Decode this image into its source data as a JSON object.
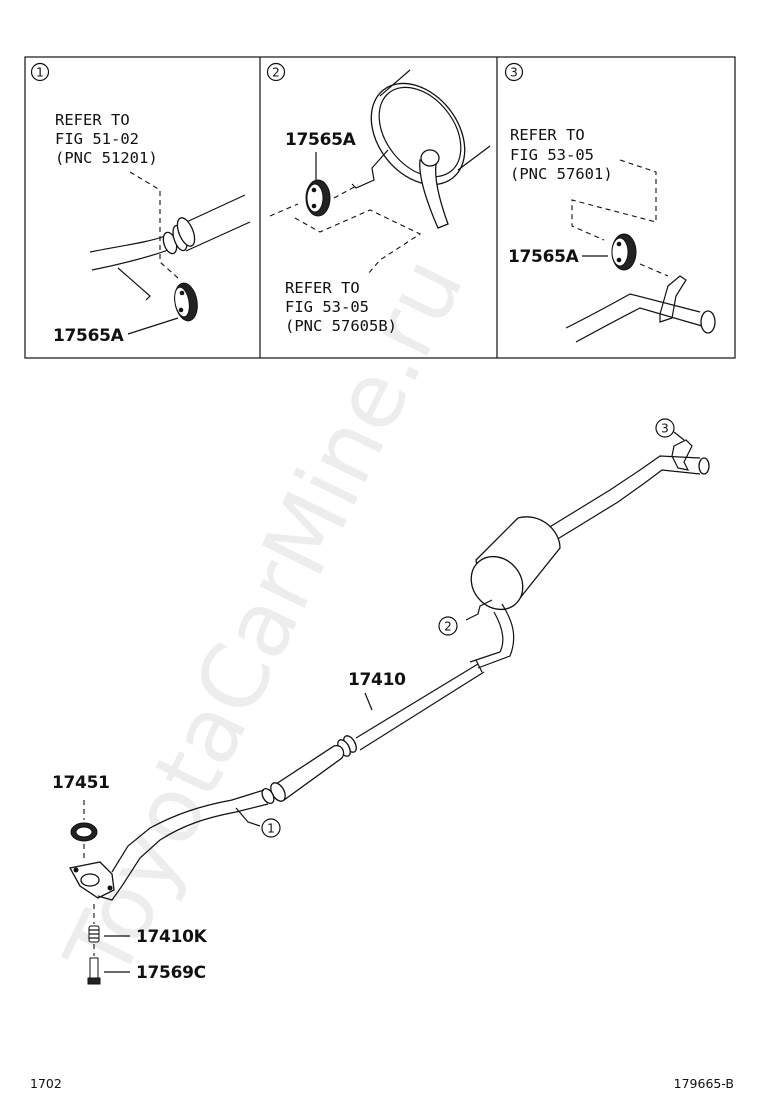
{
  "watermark": "ToyotaCarMine.ru",
  "panels": [
    {
      "id": "1",
      "refer": [
        "REFER TO",
        "FIG 51-02",
        "(PNC 51201)"
      ],
      "part": "17565A"
    },
    {
      "id": "2",
      "refer": [
        "REFER TO",
        "FIG 53-05",
        "(PNC 57605B)"
      ],
      "part": "17565A"
    },
    {
      "id": "3",
      "refer": [
        "REFER TO",
        "FIG 53-05",
        "(PNC 57601)"
      ],
      "part": "17565A"
    }
  ],
  "main": {
    "parts": {
      "p17410": "17410",
      "p17451": "17451",
      "p17410K": "17410K",
      "p17569C": "17569C"
    },
    "callouts": {
      "c1": "1",
      "c2": "2",
      "c3": "3"
    }
  },
  "footer": {
    "left": "1702",
    "right": "179665-B"
  }
}
